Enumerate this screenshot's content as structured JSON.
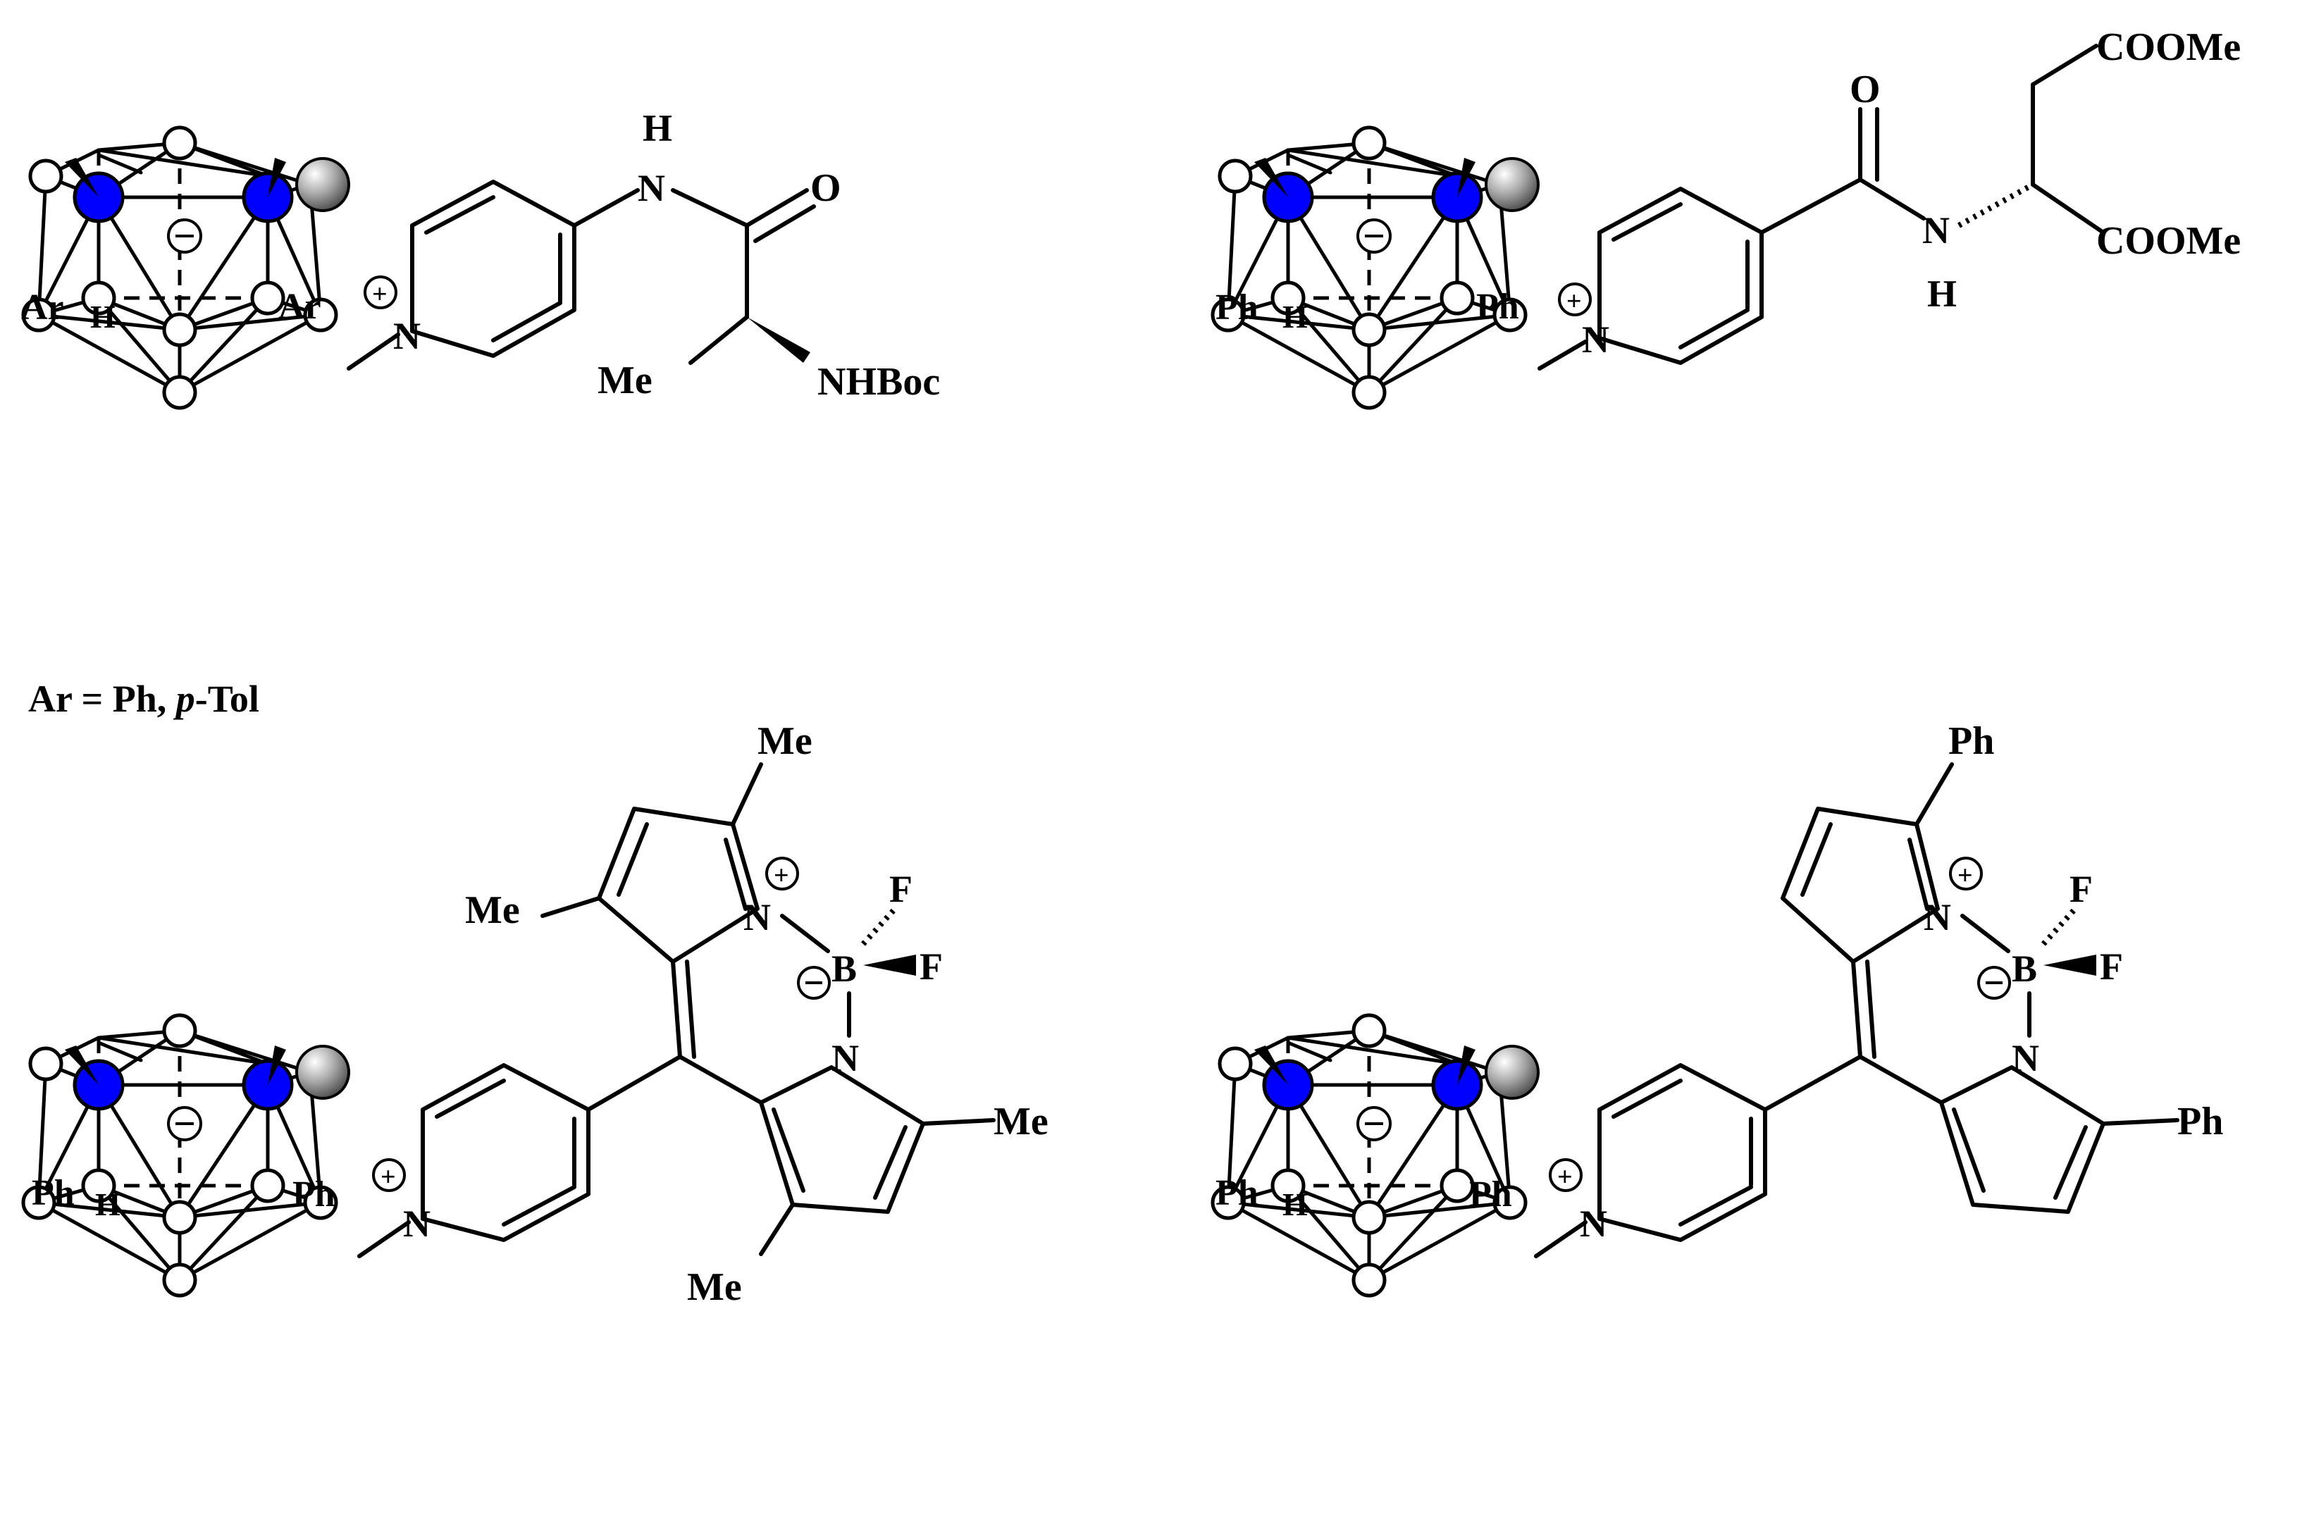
{
  "colors": {
    "background": "#ffffff",
    "ink": "#000000",
    "carbon_vertex": "#0000ff",
    "boron_vertex": "#ffffff",
    "substituted_vertex": "#a8a8a8"
  },
  "legend": {
    "ar_definition": "Ar = Ph, ",
    "ar_definition_italic": "p",
    "ar_definition_tail": "-Tol"
  },
  "charges": {
    "plus": "+",
    "minus": "−"
  },
  "molecules": {
    "m1": {
      "substituent_left": "Ar",
      "cage_h": "H",
      "substituent_right": "Ar",
      "pyridinium_n": "N",
      "amide_h": "H",
      "amide_n": "N",
      "carbonyl_o": "O",
      "methyl": "Me",
      "nhboc": "NHBoc"
    },
    "m2": {
      "substituent_left": "Ph",
      "cage_h": "H",
      "substituent_right": "Ph",
      "pyridinium_n": "N",
      "carbonyl_o": "O",
      "amide_n": "N",
      "amide_h": "H",
      "ester_top": "COOMe",
      "ester_bottom": "COOMe"
    },
    "m3": {
      "substituent_left": "Ph",
      "cage_h": "H",
      "substituent_right": "Ph",
      "pyridinium_n": "N",
      "me_top": "Me",
      "me_left": "Me",
      "me_right": "Me",
      "me_bottom": "Me",
      "n_upper": "N",
      "n_lower": "N",
      "boron": "B",
      "f1": "F",
      "f2": "F"
    },
    "m4": {
      "substituent_left": "Ph",
      "cage_h": "H",
      "substituent_right": "Ph",
      "pyridinium_n": "N",
      "ph_top": "Ph",
      "ph_right": "Ph",
      "n_upper": "N",
      "n_lower": "N",
      "boron": "B",
      "f1": "F",
      "f2": "F"
    }
  }
}
